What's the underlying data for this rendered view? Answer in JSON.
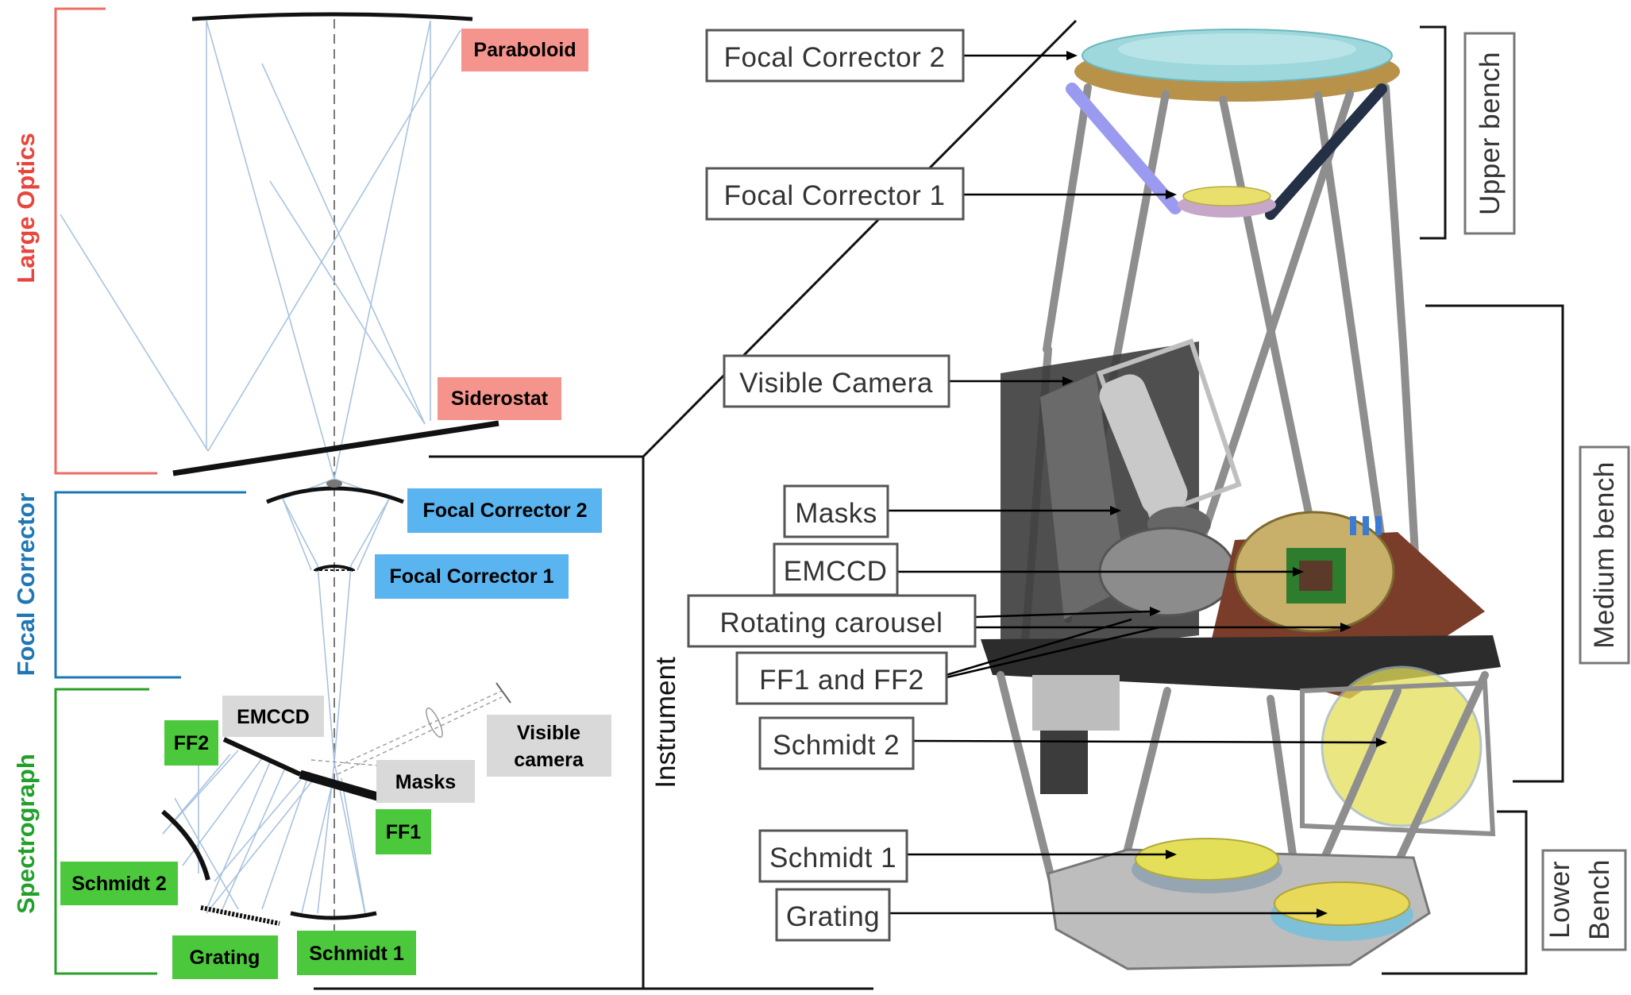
{
  "sections": {
    "large_optics": {
      "label": "Large Optics",
      "color": "#e8463d"
    },
    "focal_corrector": {
      "label": "Focal Corrector",
      "color": "#1f77b4"
    },
    "spectrograph": {
      "label": "Spectrograph",
      "color": "#22a02a"
    }
  },
  "optics_labels": {
    "paraboloid": "Paraboloid",
    "siderostat": "Siderostat",
    "focal_corrector_2": "Focal Corrector 2",
    "focal_corrector_1": "Focal Corrector 1",
    "emccd": "EMCCD",
    "ff2": "FF2",
    "masks": "Masks",
    "ff1": "FF1",
    "visible_camera_line1": "Visible",
    "visible_camera_line2": "camera",
    "schmidt_2": "Schmidt 2",
    "grating": "Grating",
    "schmidt_1": "Schmidt 1"
  },
  "label_colors": {
    "red_box": "#f5948c",
    "blue_box": "#5ab4f0",
    "gray_box": "#d9d9d9",
    "green_box": "#4cc83c",
    "ray_color": "#a9c3df"
  },
  "instrument_label": "Instrument",
  "callouts": {
    "focal_corrector_2": "Focal Corrector 2",
    "focal_corrector_1": "Focal Corrector 1",
    "visible_camera": "Visible Camera",
    "masks": "Masks",
    "emccd": "EMCCD",
    "rotating_carousel": "Rotating carousel",
    "ff1_ff2": "FF1 and FF2",
    "schmidt_2": "Schmidt 2",
    "schmidt_1": "Schmidt 1",
    "grating": "Grating"
  },
  "benches": {
    "upper": "Upper bench",
    "medium": "Medium bench",
    "lower_line1": "Lower",
    "lower_line2": "Bench"
  }
}
